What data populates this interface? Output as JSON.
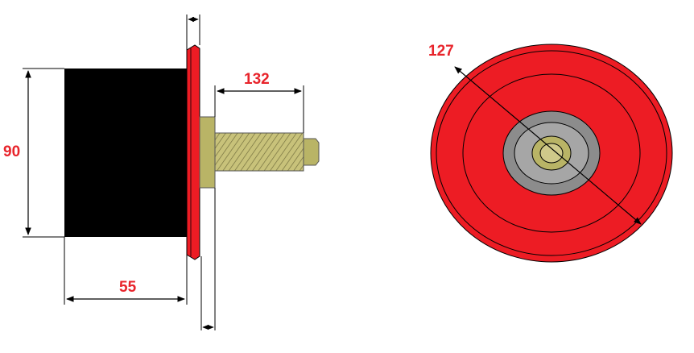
{
  "dimensions": {
    "height": "90",
    "body_length": "55",
    "shaft_length": "132",
    "disc_diameter": "127"
  },
  "colors": {
    "dimension_text": "#e8242b",
    "disc_red": "#ed1c24",
    "body_black": "#000000",
    "shaft_brass": "#b9b466",
    "hub_gray": "#8c8c8c"
  }
}
